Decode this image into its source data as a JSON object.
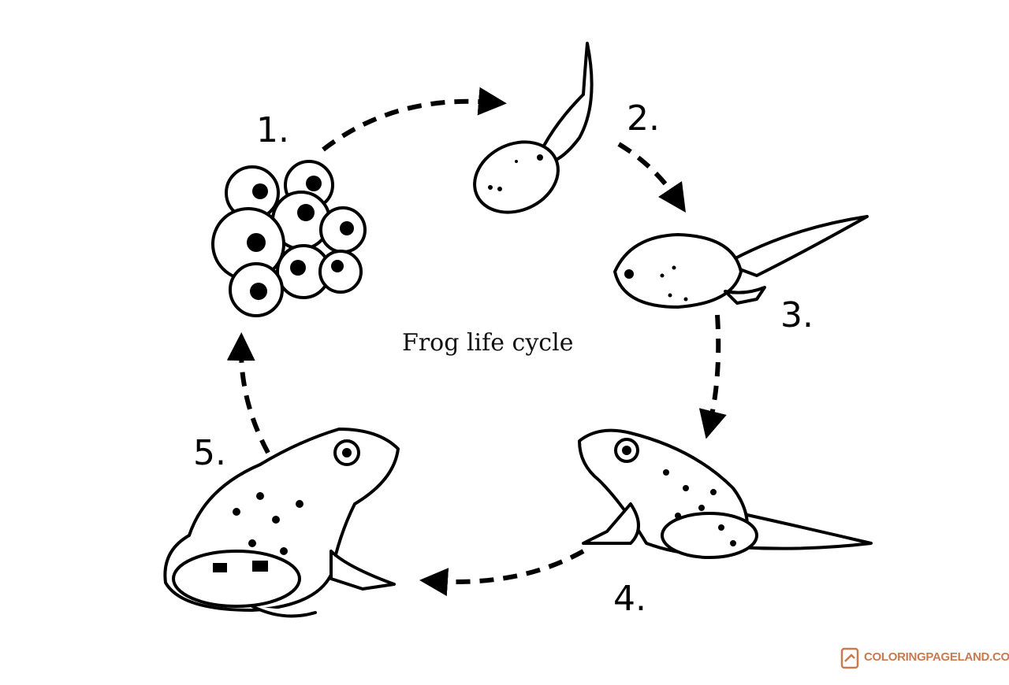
{
  "title": "Frog life cycle",
  "stages": [
    {
      "number": "1.",
      "name": "eggs"
    },
    {
      "number": "2.",
      "name": "tadpole"
    },
    {
      "number": "3.",
      "name": "tadpole-with-legs"
    },
    {
      "number": "4.",
      "name": "froglet"
    },
    {
      "number": "5.",
      "name": "adult-frog"
    }
  ],
  "watermark": {
    "text": "COLORINGPAGELAND.COM",
    "color": "#c97a4e"
  }
}
